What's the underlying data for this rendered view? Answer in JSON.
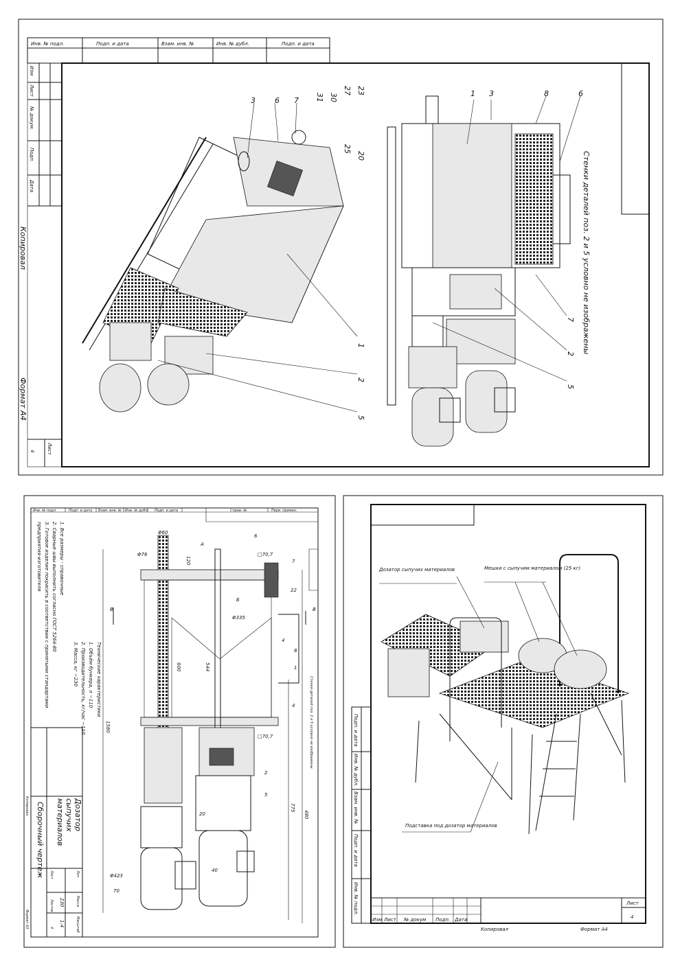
{
  "sheet1": {
    "header": [
      "Инв. № подл.",
      "Подп. и дата",
      "Взам. инв. №",
      "Инв. № дубл.",
      "Подп. и дата"
    ],
    "side_labels": [
      "Изм",
      "Лист",
      "№ докум.",
      "Подп.",
      "Дата"
    ],
    "copied": "Копировал",
    "format": "Формат   А4",
    "sheet_label": "Лист",
    "sheet_num": "4",
    "note": "Стенки деталей поз. 2 и 5 условно не изображены",
    "callouts_left": [
      "3",
      "6",
      "7",
      "31",
      "30",
      "27",
      "23",
      "25",
      "20",
      "1",
      "2",
      "5"
    ],
    "callouts_right": [
      "1",
      "3",
      "8",
      "6",
      "7",
      "2",
      "5"
    ]
  },
  "sheet2": {
    "header": [
      "Инв. № подл.",
      "Подп. и дата",
      "Взам. инв. №",
      "Инв. № дубл.",
      "Подп. и дата",
      "Справ. №",
      "Перв. примен."
    ],
    "notes": [
      "1. Все размеры - справочные",
      "2. Сварные швы выполнить согласно ГОСТ 5264-80",
      "3. Готовое изделие покрасить в соответствии с принятыми стандартами",
      "предприятия-изготовителя"
    ],
    "specs_title": "Технические характеристики",
    "specs": [
      "1. Объём бункера, л       ~110",
      "2. Производительность, кг/час  ~110",
      "3. Масса, кг                ~230"
    ],
    "dims": [
      "Φ60",
      "Φ76",
      "120",
      "Φ335",
      "600",
      "544",
      "1580",
      "775",
      "480",
      "Φ423",
      "70",
      "20",
      "40",
      "22",
      "Б",
      "В",
      "В",
      "А",
      "□70,7",
      "□70,7"
    ],
    "callouts": [
      "6",
      "7",
      "4",
      "8",
      "1",
      "4",
      "2",
      "5"
    ],
    "wall_note": "Стенки деталей поз. 2 и 5 условно не изображены",
    "title": "Дозатор сыпучих материалов",
    "doc_type": "Сборочный чертеж",
    "mass": "230",
    "scale": "1:4",
    "tb_headers": [
      "Лит.",
      "Масса",
      "Масштаб",
      "Лист",
      "Листов"
    ],
    "sheets_count": "4",
    "copied": "Копировал",
    "format": "Формат   А3"
  },
  "sheet3": {
    "labels": [
      "Дозатор сыпучих материалов",
      "Мешки с сыпучим материалом (25 кг)",
      "Подставка под дозатор материалов"
    ],
    "side_labels": [
      "Инв. № подл.",
      "Подп. и дата",
      "Взам. инв. №",
      "Инв. № дубл.",
      "Подп. и дата"
    ],
    "tb_cols": [
      "Изм",
      "Лист",
      "№ докум",
      "Подп.",
      "Дата"
    ],
    "sheet_label": "Лист",
    "sheet_num": "4",
    "copied": "Копировал",
    "format": "Формат   А4"
  }
}
